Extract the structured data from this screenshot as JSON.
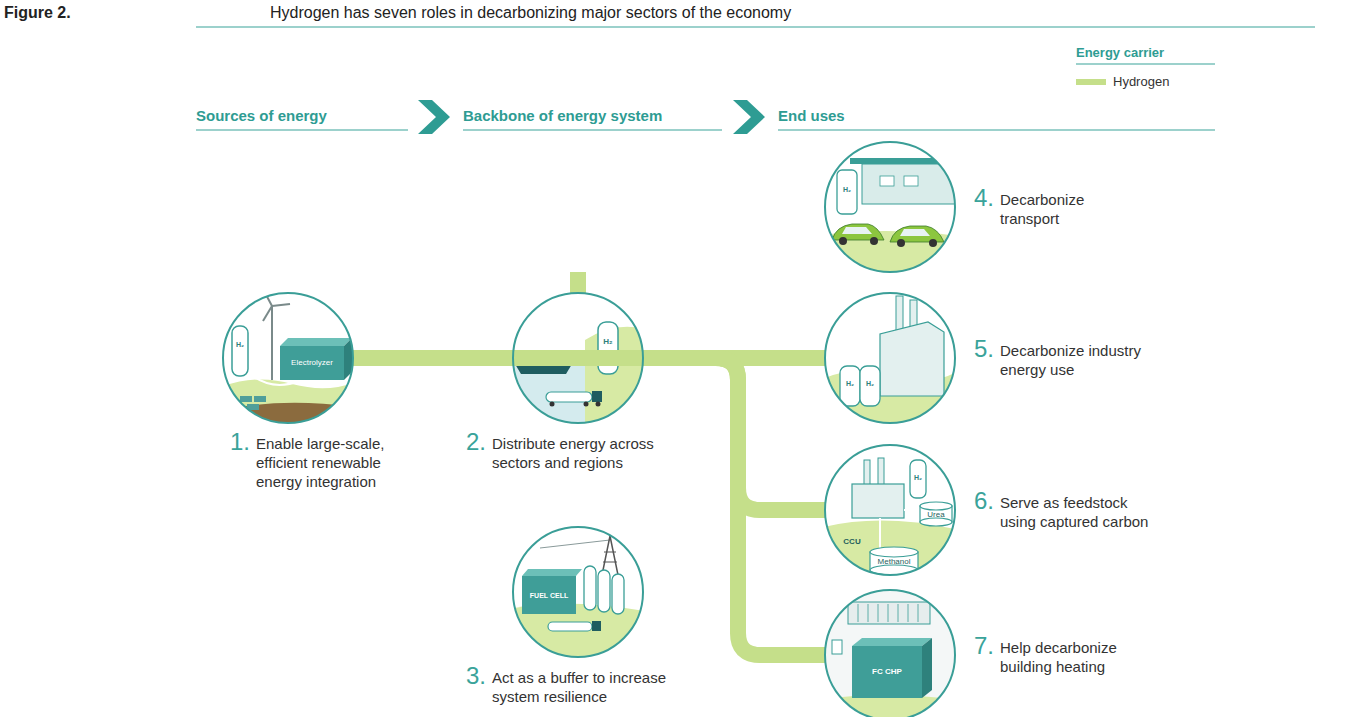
{
  "diagram": {
    "title": "Hydrogen has seven roles in decarbonizing major sectors of the economy",
    "nodes": [
      {
        "text": [
          "1.",
          "Enable large-scale, efficient renewable energy integration"
        ]
      },
      {
        "text": [
          "2.",
          "Distribute energy across sectors and regions"
        ]
      },
      {
        "text": [
          "3.",
          "Act as a buffer to increase system resilience"
        ]
      },
      {
        "text": [
          "4.",
          "Decarbonize transport"
        ]
      },
      {
        "text": [
          "5.",
          "Decarbonize industry energy use"
        ]
      },
      {
        "text": [
          "6.",
          "Serve as feedstock using captured carbon"
        ]
      },
      {
        "text": [
          "7.",
          "Help decarbonize building heating"
        ]
      }
    ],
    "edges": [
      {
        "from": 0,
        "to": 1,
        "arrow": "none"
      },
      {
        "from": 1,
        "to": 2,
        "arrow": "none"
      },
      {
        "from": 1,
        "to": 3,
        "arrow": "none"
      },
      {
        "from": 1,
        "to": 4,
        "arrow": "none"
      },
      {
        "from": 1,
        "to": 5,
        "arrow": "none"
      },
      {
        "from": 1,
        "to": 6,
        "arrow": "none"
      }
    ],
    "labels": [
      "Figure 2.",
      "Sources of energy",
      "Backbone of energy system",
      "End uses",
      "Energy carrier",
      "Electrolyzer",
      "H₂",
      "H₂",
      "FUEL CELL",
      "H₂",
      "H₂",
      "H₂",
      "H₂",
      "CCU",
      "Urea",
      "Methanol",
      "FC CHP"
    ],
    "legend": [
      {
        "text": "Hydrogen",
        "color": "#c5df8a"
      }
    ]
  }
}
